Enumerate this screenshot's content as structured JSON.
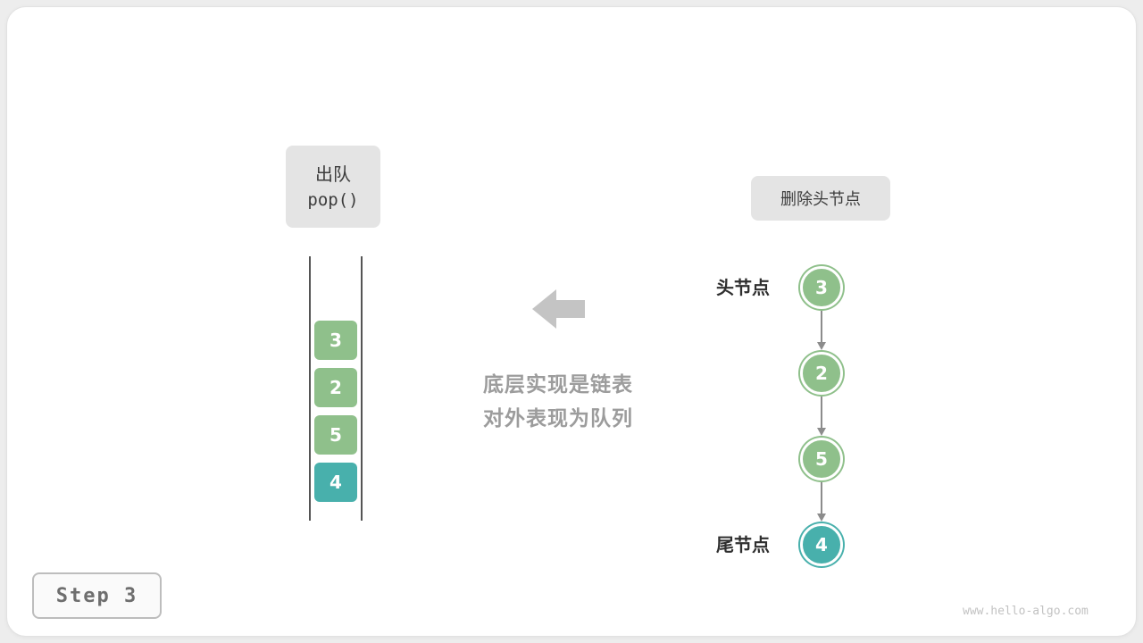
{
  "meta": {
    "step_label": "Step 3",
    "watermark": "www.hello-algo.com"
  },
  "dequeue_label": {
    "line1": "出队",
    "line2": "pop()"
  },
  "queue": {
    "items": [
      {
        "value": "3",
        "color": "green"
      },
      {
        "value": "2",
        "color": "green"
      },
      {
        "value": "5",
        "color": "green"
      },
      {
        "value": "4",
        "color": "teal"
      }
    ]
  },
  "center": {
    "caption_line1": "底层实现是链表",
    "caption_line2": "对外表现为队列"
  },
  "linked_list": {
    "operation_label": "删除头节点",
    "head_label": "头节点",
    "tail_label": "尾节点",
    "nodes": [
      {
        "value": "3",
        "color": "green"
      },
      {
        "value": "2",
        "color": "green"
      },
      {
        "value": "5",
        "color": "green"
      },
      {
        "value": "4",
        "color": "teal"
      }
    ]
  },
  "colors": {
    "green": "#8fc08b",
    "teal": "#48b0ac",
    "label_bg": "#e4e4e4",
    "caption_gray": "#9c9c9c",
    "arrow_gray": "#c4c4c4",
    "line_gray": "#8c8c8c"
  }
}
